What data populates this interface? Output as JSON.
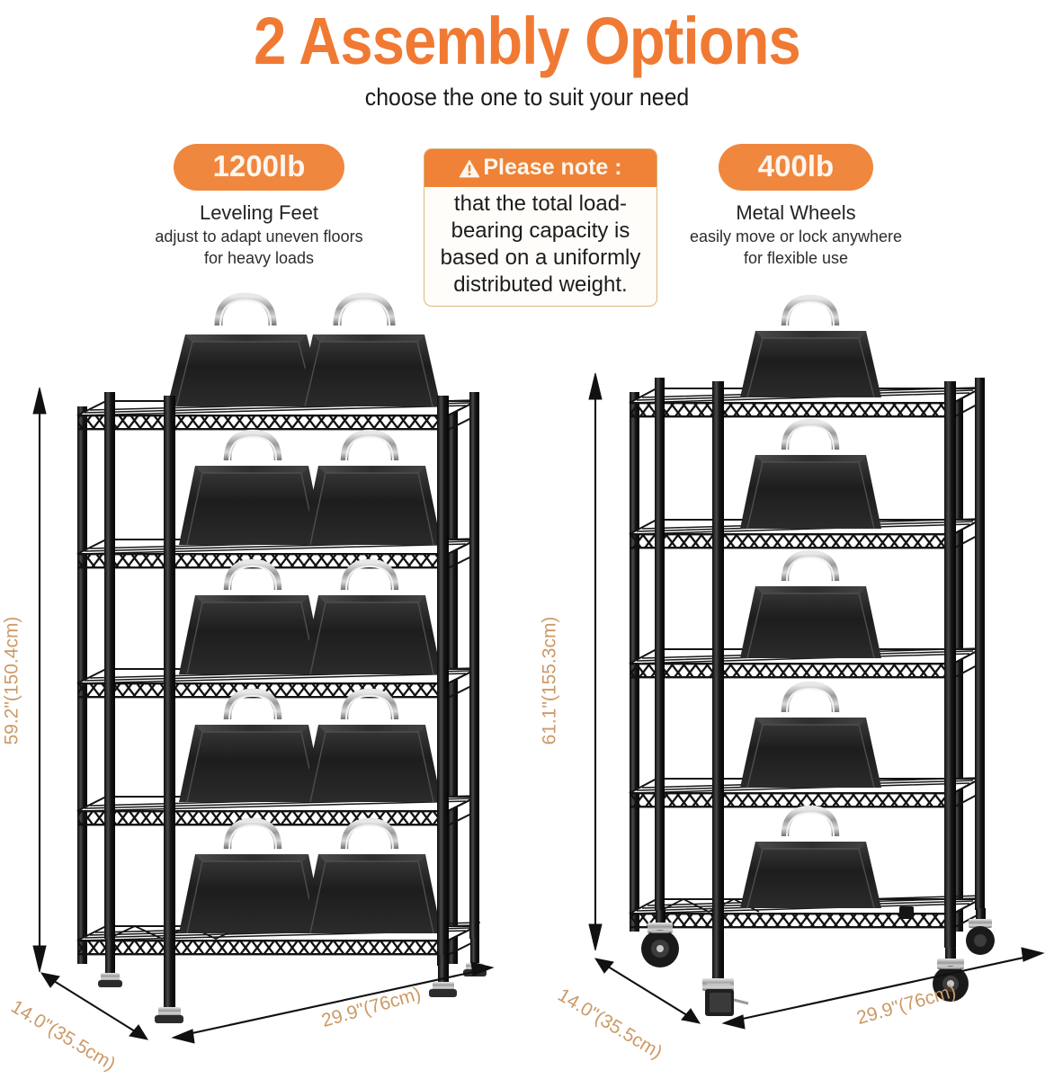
{
  "header": {
    "title": "2 Assembly Options",
    "subtitle": "choose the one to suit your need"
  },
  "options": [
    {
      "id": "leveling-feet",
      "badge": "1200lb",
      "heading": "Leveling Feet",
      "desc_line1": "adjust to adapt uneven floors",
      "desc_line2": "for heavy loads"
    },
    {
      "id": "metal-wheels",
      "badge": "400lb",
      "heading": "Metal Wheels",
      "desc_line1": "easily move or lock anywhere",
      "desc_line2": "for flexible use"
    }
  ],
  "note": {
    "icon": "warning-triangle-icon",
    "header": "Please note :",
    "line1": "that the total load-",
    "line2": "bearing capacity is",
    "line3": "based on a uniformly",
    "line4": "distributed weight."
  },
  "units": [
    {
      "id": "shelving-leveling-feet",
      "height": "59.2\"(150.4cm)",
      "depth": "14.0\"(35.5cm)",
      "width": "29.9\"(76cm)",
      "shelf_count": 5,
      "weights_per_shelf": 2,
      "foot_type": "leveling-foot"
    },
    {
      "id": "shelving-metal-wheels",
      "height": "61.1\"(155.3cm)",
      "depth": "14.0\"(35.5cm)",
      "width": "29.9\"(76cm)",
      "shelf_count": 5,
      "weights_per_shelf": 1,
      "foot_type": "caster-wheel"
    }
  ],
  "colors": {
    "title_orange": "#f07a33",
    "badge_orange": "#f0873f",
    "note_header_orange": "#ef8236",
    "note_border": "#d8b77f",
    "dimension_text": "#cc9a66",
    "frame_black": "#141414",
    "background": "#ffffff"
  }
}
